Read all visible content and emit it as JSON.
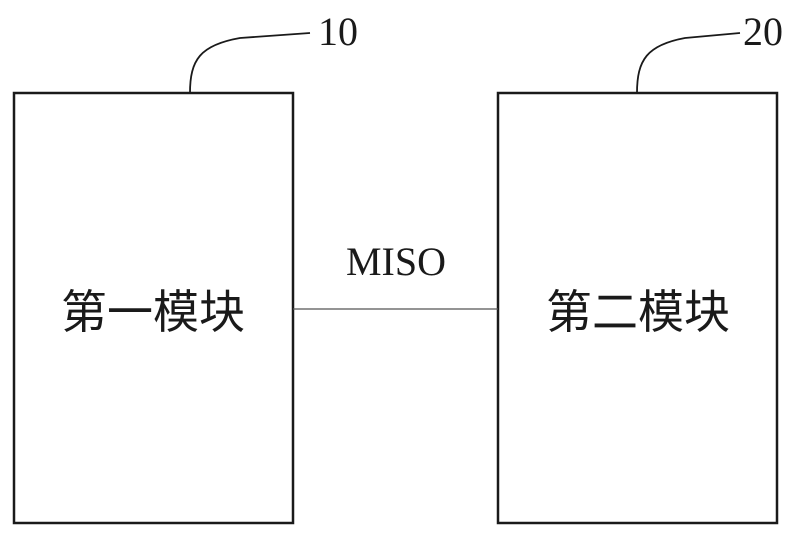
{
  "diagram": {
    "modules": [
      {
        "ref": "10",
        "label": "第一模块"
      },
      {
        "ref": "20",
        "label": "第二模块"
      }
    ],
    "connection": {
      "label": "MISO",
      "from": "10",
      "to": "20"
    }
  }
}
